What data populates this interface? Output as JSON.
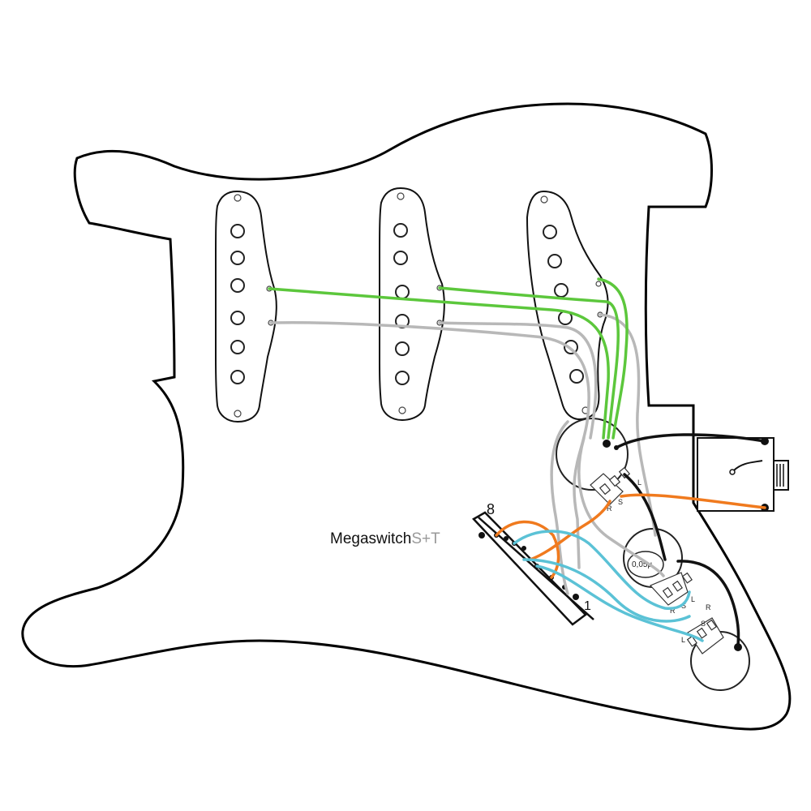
{
  "labels": {
    "switch_name": "Megaswitch",
    "switch_suffix": "S+T",
    "switch_pin_top": "8",
    "switch_pin_bottom": "1",
    "cap_value": "0,05µ",
    "tone_lug_r": "R",
    "tone_lug_s": "S",
    "tone_lug_l": "L",
    "vol_lug_s": "S",
    "vol_lug_r": "R",
    "vol_lug_l": "L",
    "tone2_lug_r": "R",
    "tone2_lug_s": "S",
    "tone2_lug_l": "L"
  },
  "colors": {
    "hot_wire": "#5cc73c",
    "ground_wire": "#b8b8b8",
    "signal_wire": "#f07a1e",
    "tone_wire": "#5bc2d6",
    "black_wire": "#111111",
    "outline": "#000000",
    "background": "#ffffff"
  },
  "components": [
    {
      "name": "neck-pickup"
    },
    {
      "name": "middle-pickup"
    },
    {
      "name": "bridge-pickup"
    },
    {
      "name": "volume-pot"
    },
    {
      "name": "tone-pot-1"
    },
    {
      "name": "tone-pot-2"
    },
    {
      "name": "output-jack"
    },
    {
      "name": "megaswitch"
    },
    {
      "name": "capacitor"
    }
  ]
}
